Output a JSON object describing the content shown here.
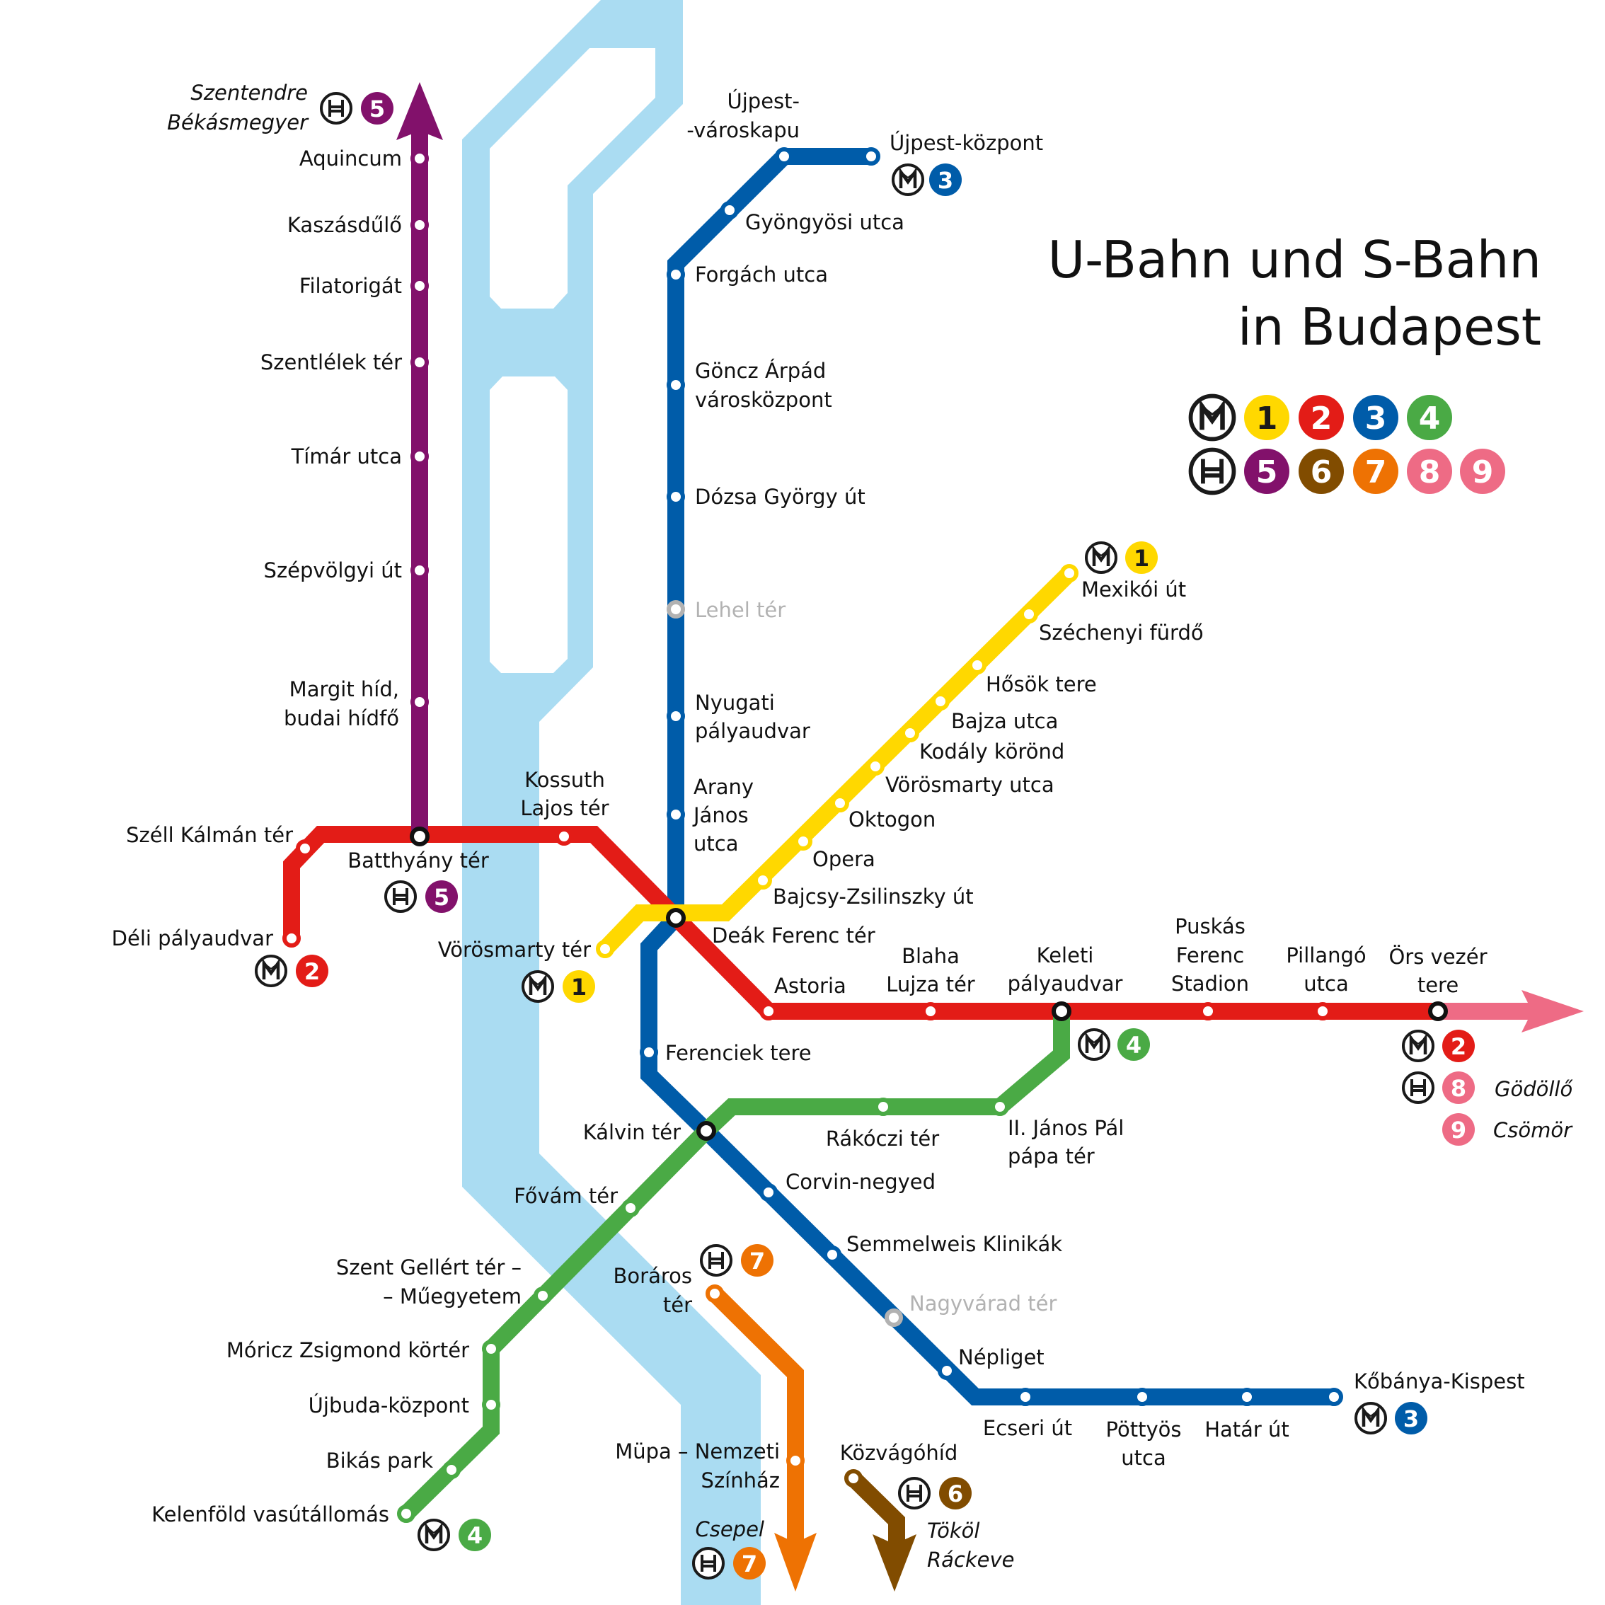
{
  "title": {
    "line1": "U-Bahn und S-Bahn",
    "line2": "in Budapest"
  },
  "colors": {
    "river": "#aadcf2",
    "m1": "#ffd800",
    "m2": "#e31c17",
    "m3": "#005ca9",
    "m4": "#4aaa45",
    "h5": "#82116b",
    "h6": "#814c00",
    "h7": "#ee7203",
    "h8": "#ee6b85",
    "h9": "#ee6b85",
    "closed": "#b2b2b2"
  },
  "legend": {
    "metro_symbol": "M",
    "hev_symbol": "H",
    "metro_lines": [
      "1",
      "2",
      "3",
      "4"
    ],
    "hev_lines": [
      "5",
      "6",
      "7",
      "8",
      "9"
    ]
  },
  "lines": {
    "m1": {
      "number": "1",
      "stations": [
        "Vörösmarty tér",
        "Deák Ferenc tér",
        "Bajcsy-Zsilinszky út",
        "Opera",
        "Oktogon",
        "Vörösmarty utca",
        "Kodály körönd",
        "Bajza utca",
        "Hősök tere",
        "Széchenyi fürdő",
        "Mexikói út"
      ]
    },
    "m2": {
      "number": "2",
      "stations": [
        "Déli pályaudvar",
        "Széll Kálmán tér",
        "Batthyány tér",
        "Kossuth Lajos tér",
        "Deák Ferenc tér",
        "Astoria",
        "Blaha Lujza tér",
        "Keleti pályaudvar",
        "Puskás Ferenc Stadion",
        "Pillangó utca",
        "Örs vezér tere"
      ]
    },
    "m3": {
      "number": "3",
      "stations": [
        "Újpest-központ",
        "Újpest-városkapu",
        "Gyöngyösi utca",
        "Forgách utca",
        "Göncz Árpád városközpont",
        "Dózsa György út",
        "Lehel tér",
        "Nyugati pályaudvar",
        "Arany János utca",
        "Deák Ferenc tér",
        "Ferenciek tere",
        "Kálvin tér",
        "Corvin-negyed",
        "Semmelweis Klinikák",
        "Nagyvárad tér",
        "Népliget",
        "Ecseri út",
        "Pöttyös utca",
        "Határ út",
        "Kőbánya-Kispest"
      ],
      "closed_stations": [
        "Lehel tér",
        "Nagyvárad tér"
      ]
    },
    "m4": {
      "number": "4",
      "stations": [
        "Kelenföld vasútállomás",
        "Bikás park",
        "Újbuda-központ",
        "Móricz Zsigmond körtér",
        "Szent Gellért tér – Műegyetem",
        "Fővám tér",
        "Kálvin tér",
        "Rákóczi tér",
        "II. János Pál pápa tér",
        "Keleti pályaudvar"
      ]
    },
    "h5": {
      "number": "5",
      "stations": [
        "Batthyány tér",
        "Margit híd, budai hídfő",
        "Szépvölgyi út",
        "Tímár utca",
        "Szentlélek tér",
        "Filatorigát",
        "Kaszásdűlő",
        "Aquincum"
      ],
      "destination": "Szentendre Békásmegyer"
    },
    "h6": {
      "number": "6",
      "stations": [
        "Közvágóhíd"
      ],
      "destination": "Tököl Ráckeve"
    },
    "h7": {
      "number": "7",
      "stations": [
        "Boráros tér",
        "Müpa – Nemzeti Színház"
      ],
      "destination": "Csepel"
    },
    "h8": {
      "number": "8",
      "destination": "Gödöllő"
    },
    "h9": {
      "number": "9",
      "destination": "Csömör"
    }
  },
  "labels": {
    "aquincum": "Aquincum",
    "kaszasdulo": "Kaszásdűlő",
    "filatorigat": "Filatorigát",
    "szentlelek": "Szentlélek tér",
    "timar": "Tímár utca",
    "szepvolgyi": "Szépvölgyi út",
    "margit1": "Margit híd,",
    "margit2": "budai hídfő",
    "szentendre": "Szentendre",
    "bekasmegyer": "Békásmegyer",
    "szell": "Széll Kálmán tér",
    "deli": "Déli pályaudvar",
    "batthyany": "Batthyány tér",
    "kossuth1": "Kossuth",
    "kossuth2": "Lajos tér",
    "vorosmarty_ter": "Vörösmarty tér",
    "deak": "Deák Ferenc tér",
    "astoria": "Astoria",
    "blaha1": "Blaha",
    "blaha2": "Lujza tér",
    "keleti1": "Keleti",
    "keleti2": "pályaudvar",
    "puskas1": "Puskás",
    "puskas2": "Ferenc",
    "puskas3": "Stadion",
    "pillango1": "Pillangó",
    "pillango2": "utca",
    "ors1": "Örs vezér",
    "ors2": "tere",
    "godollo": "Gödöllő",
    "csomor": "Csömör",
    "ujpest_v1": "Újpest-",
    "ujpest_v2": "-városkapu",
    "ujpest_k": "Újpest-központ",
    "gyongyosi": "Gyöngyösi utca",
    "forgach": "Forgách utca",
    "goncz1": "Göncz Árpád",
    "goncz2": "városközpont",
    "dozsa": "Dózsa György út",
    "lehel": "Lehel tér",
    "nyugati1": "Nyugati",
    "nyugati2": "pályaudvar",
    "arany1": "Arany",
    "arany2": "János",
    "arany3": "utca",
    "ferenciek": "Ferenciek tere",
    "kalvin": "Kálvin tér",
    "corvin": "Corvin-negyed",
    "semmelweis": "Semmelweis Klinikák",
    "nagyvarad": "Nagyvárad tér",
    "nepliget": "Népliget",
    "ecseri": "Ecseri út",
    "pottyos1": "Pöttyös",
    "pottyos2": "utca",
    "hatar": "Határ út",
    "kobanya": "Kőbánya-Kispest",
    "mexikoi": "Mexikói út",
    "szechenyi": "Széchenyi fürdő",
    "hosok": "Hősök tere",
    "bajza": "Bajza utca",
    "kodaly": "Kodály körönd",
    "vorosmarty_u": "Vörösmarty utca",
    "oktogon": "Oktogon",
    "opera": "Opera",
    "bajcsy": "Bajcsy-Zsilinszky út",
    "rakoczi": "Rákóczi tér",
    "janospal1": "II. János Pál",
    "janospal2": "pápa tér",
    "fovam": "Fővám tér",
    "gellert1": "Szent Gellért tér –",
    "gellert2": "– Műegyetem",
    "moricz": "Móricz Zsigmond körtér",
    "ujbuda": "Újbuda-központ",
    "bikas": "Bikás park",
    "kelenfold": "Kelenföld vasútállomás",
    "boraros1": "Boráros",
    "boraros2": "tér",
    "mupa1": "Müpa – Nemzeti",
    "mupa2": "Színház",
    "csepel": "Csepel",
    "kozvagohid": "Közvágóhíd",
    "tokol": "Tököl",
    "rackeve": "Ráckeve"
  }
}
